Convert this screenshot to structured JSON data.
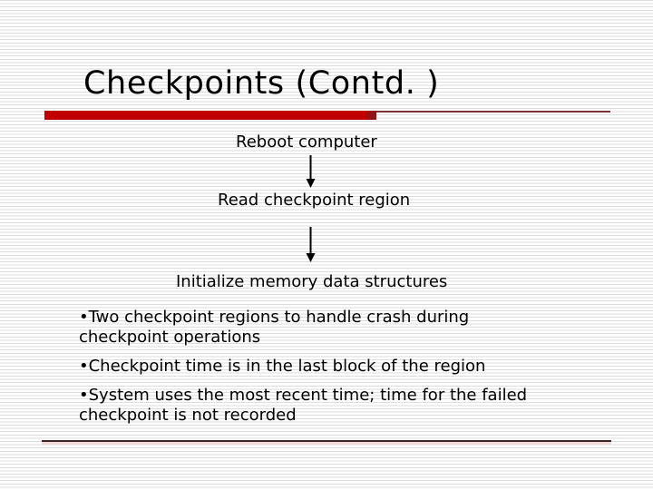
{
  "slide": {
    "title": "Checkpoints (Contd. )",
    "flow": {
      "steps": [
        "Reboot computer",
        "Read checkpoint region",
        "Initialize memory data structures"
      ]
    },
    "bullets": [
      {
        "lines": [
          "•Two checkpoint regions to handle crash during",
          "checkpoint operations"
        ]
      },
      {
        "lines": [
          "•Checkpoint time is in the last block of the region"
        ]
      },
      {
        "lines": [
          "•System uses the most recent time; time for the failed",
          "checkpoint is not recorded"
        ]
      }
    ],
    "colors": {
      "accent_red": "#c00000",
      "accent_dark_red": "#8f1515",
      "thin_line_red": "#7d3333",
      "divider_dark": "#402222",
      "divider_pink": "#f2d8d8",
      "stripe_gray": "#dcdddd",
      "text": "#000000"
    }
  }
}
